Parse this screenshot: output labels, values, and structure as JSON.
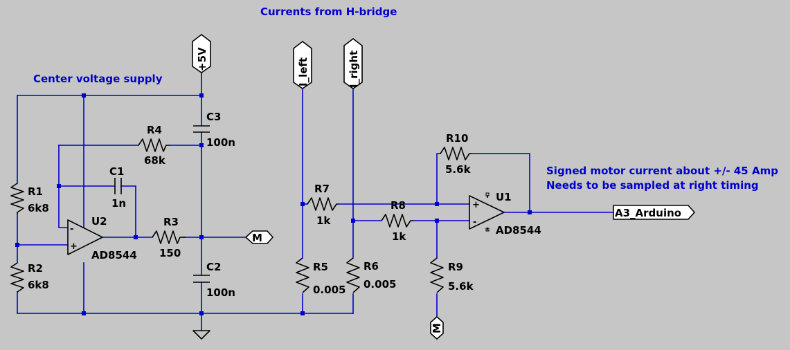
{
  "title": "Currents from H-bridge",
  "annotations": {
    "center_supply": "Center voltage supply",
    "motor_current": "Signed motor current about +/- 45 Amp",
    "sampling": "Needs to be sampled at right timing"
  },
  "flags": {
    "plus5v": "+5V",
    "i_left": "I_left",
    "i_right": "I_right",
    "m_right": "M",
    "m_bottom": "M",
    "a3": "A3_Arduino"
  },
  "components": {
    "R1": {
      "name": "R1",
      "value": "6k8"
    },
    "R2": {
      "name": "R2",
      "value": "6k8"
    },
    "R3": {
      "name": "R3",
      "value": "150"
    },
    "R4": {
      "name": "R4",
      "value": "68k"
    },
    "R5": {
      "name": "R5",
      "value": "0.005"
    },
    "R6": {
      "name": "R6",
      "value": "0.005"
    },
    "R7": {
      "name": "R7",
      "value": "1k"
    },
    "R8": {
      "name": "R8",
      "value": "1k"
    },
    "R9": {
      "name": "R9",
      "value": "5.6k"
    },
    "R10": {
      "name": "R10",
      "value": "5.6k"
    },
    "C1": {
      "name": "C1",
      "value": "1n"
    },
    "C2": {
      "name": "C2",
      "value": "100n"
    },
    "C3": {
      "name": "C3",
      "value": "100n"
    },
    "U1": {
      "name": "U1",
      "value": "AD8544"
    },
    "U2": {
      "name": "U2",
      "value": "AD8544"
    }
  },
  "pins": {
    "minus": "-",
    "plus": "+"
  },
  "colors": {
    "background": "#c6c6c6",
    "wire": "#0000cc",
    "annotation": "#0000cc",
    "component": "#000000"
  }
}
